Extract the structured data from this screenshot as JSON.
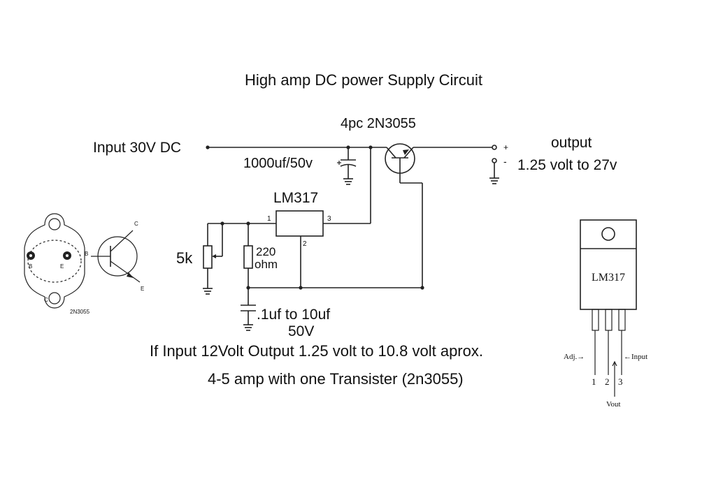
{
  "title": "High amp DC power Supply Circuit",
  "input_label": "Input 30V DC",
  "transistor_label": "4pc  2N3055",
  "capacitor_label": "1000uf/50v",
  "output": {
    "label": "output",
    "range": "1.25 volt to 27v",
    "plus": "+",
    "minus": "-"
  },
  "regulator": {
    "label": "LM317",
    "pin1": "1",
    "pin2": "2",
    "pin3": "3"
  },
  "pot_label": "5k",
  "resistor": {
    "value": "220",
    "unit": "ohm"
  },
  "adj_cap": {
    "value": ".1uf to 10uf",
    "voltage": "50V"
  },
  "notes": {
    "line1": "If Input 12Volt Output 1.25 volt to 10.8 volt aprox.",
    "line2": "4-5 amp with one Transister (2n3055)"
  },
  "to3_package": {
    "pin_b": "B",
    "pin_e": "E",
    "pin_c": "C",
    "name": "2N3055",
    "sym_b": "B",
    "sym_c": "C",
    "sym_e": "E"
  },
  "to220_package": {
    "name": "LM317",
    "adj": "Adj.→",
    "input": "←Input",
    "pin1": "1",
    "pin2": "2",
    "pin3": "3",
    "vout": "Vout"
  }
}
